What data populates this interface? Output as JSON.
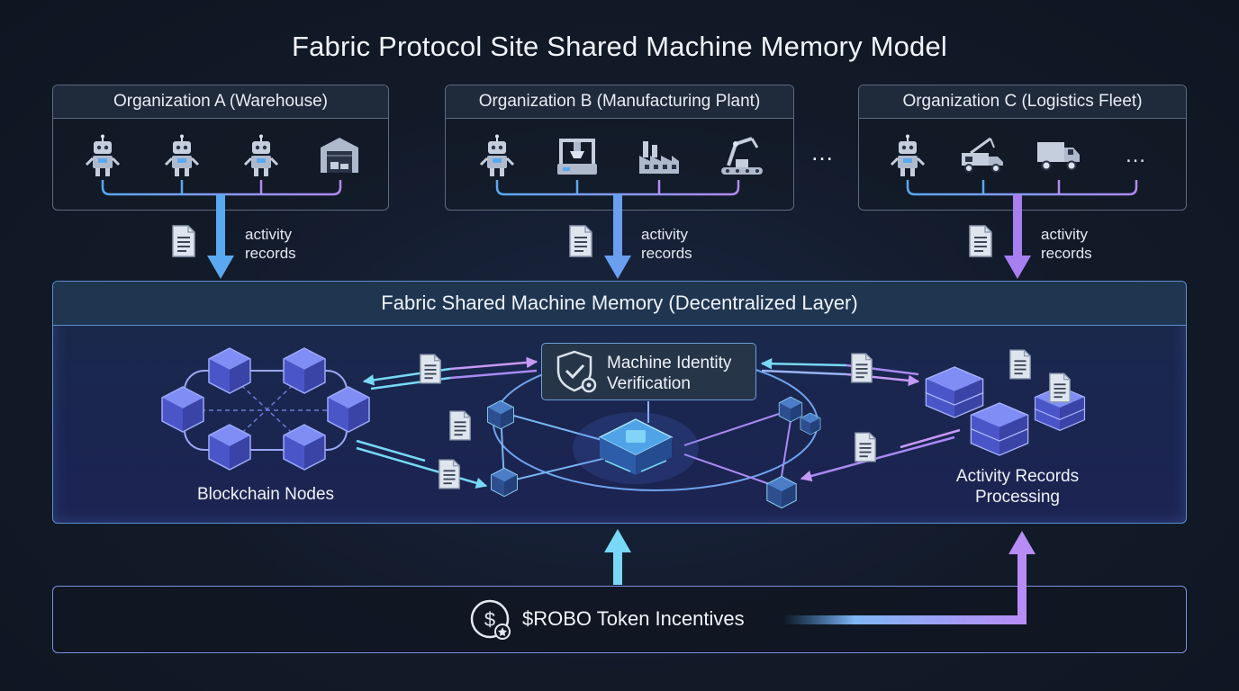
{
  "title": "Fabric Protocol Site Shared Machine Memory Model",
  "organizations": [
    {
      "name": "Organization A (Warehouse)",
      "icons": [
        "robot-icon",
        "robot-icon",
        "robot-icon",
        "warehouse-icon"
      ]
    },
    {
      "name": "Organization B (Manufacturing Plant)",
      "icons": [
        "robot-icon",
        "machine-icon",
        "factory-icon",
        "robotic-arm-icon"
      ]
    },
    {
      "name": "Organization C (Logistics Fleet)",
      "icons": [
        "robot-icon",
        "crane-truck-icon",
        "truck-icon",
        "more-icon"
      ]
    }
  ],
  "ellipsis": "…",
  "more_glyph": "…",
  "activity_label_line1": "activity",
  "activity_label_line2": "records",
  "shared_layer_title": "Fabric Shared Machine Memory (Decentralized Layer)",
  "blockchain_label": "Blockchain Nodes",
  "identity_line1": "Machine Identity",
  "identity_line2": "Verification",
  "processing_line1": "Activity Records",
  "processing_line2": "Processing",
  "token_label": "$ROBO Token Incentives",
  "colors": {
    "accent_blue": "#5aa9f0",
    "accent_purple": "#a77ff0",
    "cube": "#7e8bf0",
    "cyan": "#78d8f5"
  }
}
